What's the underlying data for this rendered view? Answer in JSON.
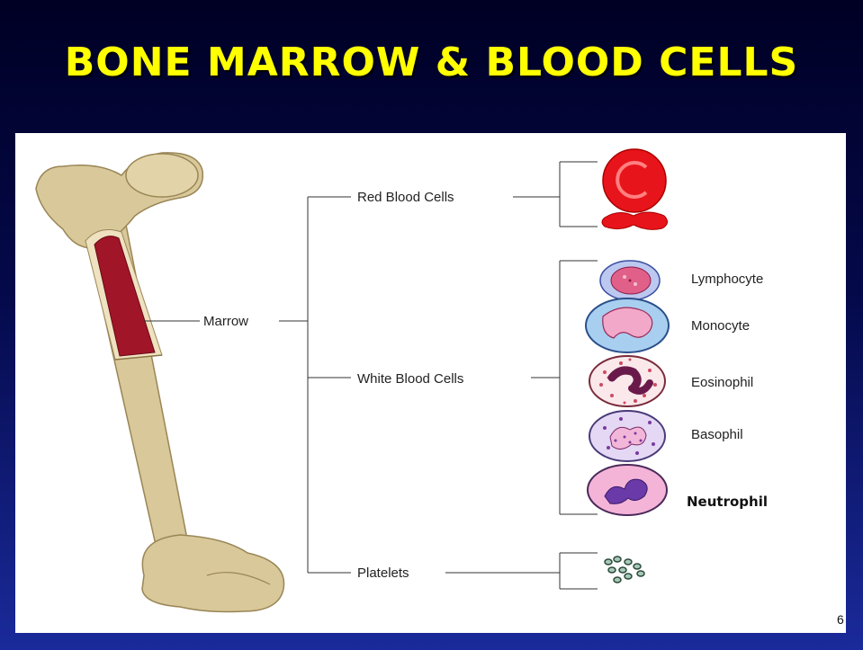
{
  "slide": {
    "title": "BONE MARROW & BLOOD CELLS",
    "page_number": "6"
  },
  "diagram": {
    "root": "Marrow",
    "branches": {
      "red": "Red Blood Cells",
      "white": "White Blood Cells",
      "platelets": "Platelets"
    },
    "white_cells": {
      "lymphocyte": "Lymphocyte",
      "monocyte": "Monocyte",
      "eosinophil": "Eosinophil",
      "basophil": "Basophil",
      "neutrophil": "Neutrophil"
    }
  }
}
